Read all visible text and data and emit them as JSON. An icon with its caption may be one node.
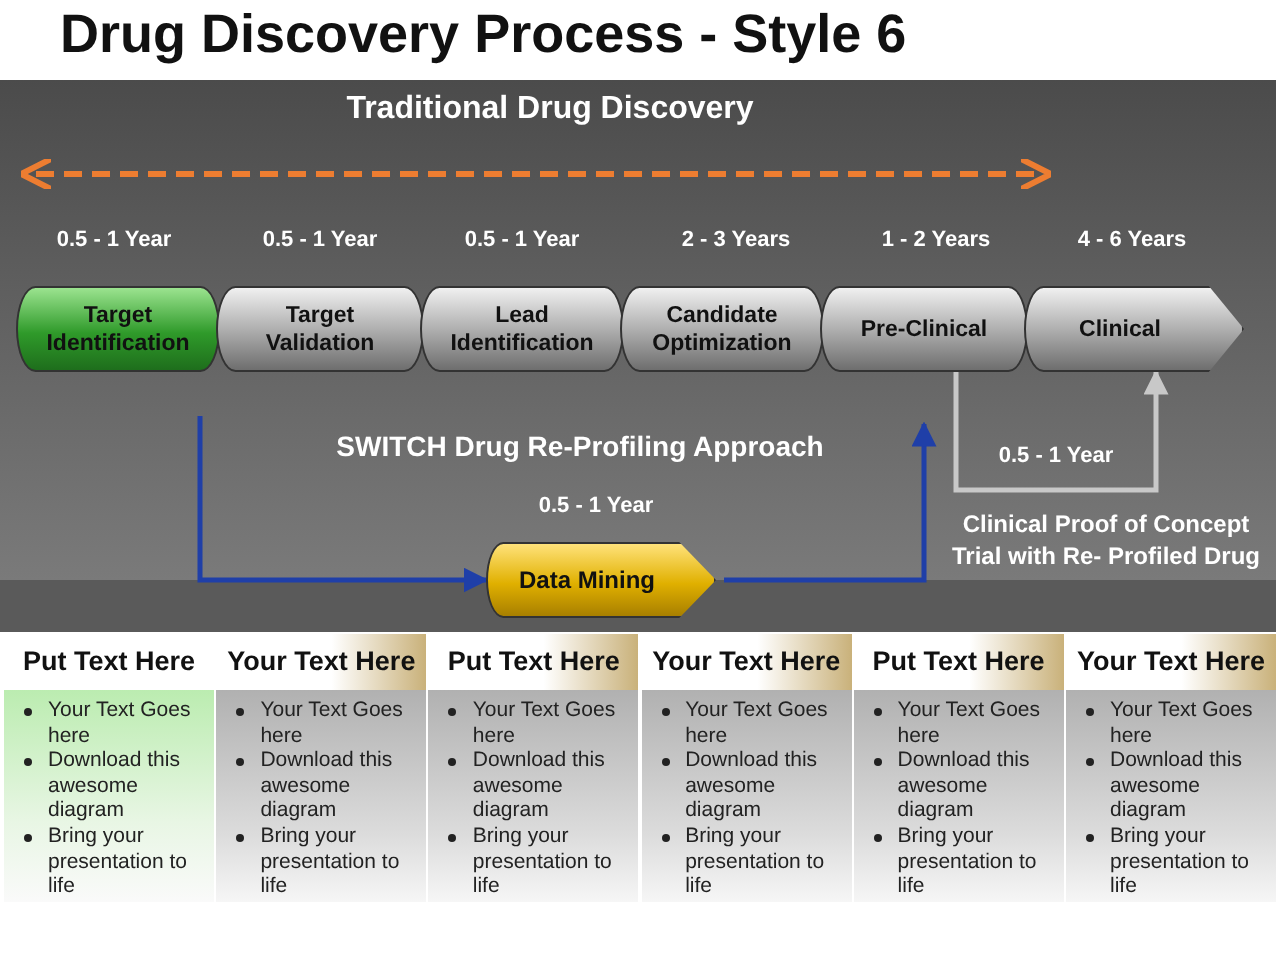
{
  "diagram": {
    "title": "Drug Discovery Process - Style 6",
    "nodes": [
      {
        "text": [
          "Target Identification"
        ],
        "beside": [
          "0.5 - 1 Year"
        ]
      },
      {
        "text": [
          "Target Validation"
        ],
        "beside": [
          "0.5 - 1 Year"
        ]
      },
      {
        "text": [
          "Lead Identification"
        ],
        "beside": [
          "0.5 - 1 Year"
        ]
      },
      {
        "text": [
          "Candidate Optimization"
        ],
        "beside": [
          "2 - 3 Years"
        ]
      },
      {
        "text": [
          "Pre-Clinical"
        ],
        "beside": [
          "1 - 2 Years"
        ]
      },
      {
        "text": [
          "Clinical"
        ],
        "beside": [
          "4 - 6 Years"
        ]
      },
      {
        "text": [
          "Data Mining"
        ],
        "beside": [
          "0.5 - 1 Year"
        ]
      },
      {
        "text": [
          "Put Text Here",
          "Your Text Goes here",
          "Download this awesome diagram",
          "Bring your presentation to life"
        ]
      },
      {
        "text": [
          "Your Text Here",
          "Your Text Goes here",
          "Download this awesome diagram",
          "Bring your presentation to life"
        ]
      },
      {
        "text": [
          "Put Text Here",
          "Your Text Goes here",
          "Download this awesome diagram",
          "Bring your presentation to life"
        ]
      },
      {
        "text": [
          "Your Text Here",
          "Your Text Goes here",
          "Download this awesome diagram",
          "Bring your presentation to life"
        ]
      },
      {
        "text": [
          "Put Text Here",
          "Your Text Goes here",
          "Download this awesome diagram",
          "Bring your presentation to life"
        ]
      },
      {
        "text": [
          "Your Text Here",
          "Your Text Goes here",
          "Download this awesome diagram",
          "Bring your presentation to life"
        ]
      }
    ],
    "edges": [
      {
        "from": 0,
        "to": 6,
        "arrow": "to"
      },
      {
        "from": 6,
        "to": 4,
        "arrow": "to"
      },
      {
        "from": 4,
        "to": 5,
        "arrow": "to",
        "label": "0.5 - 1 Year",
        "color": "#c8c8c8"
      }
    ],
    "labels": [
      "Traditional Drug Discovery",
      "SWITCH Drug Re-Profiling Approach",
      "Clinical Proof of Concept Trial with Re- Profiled Drug"
    ]
  }
}
